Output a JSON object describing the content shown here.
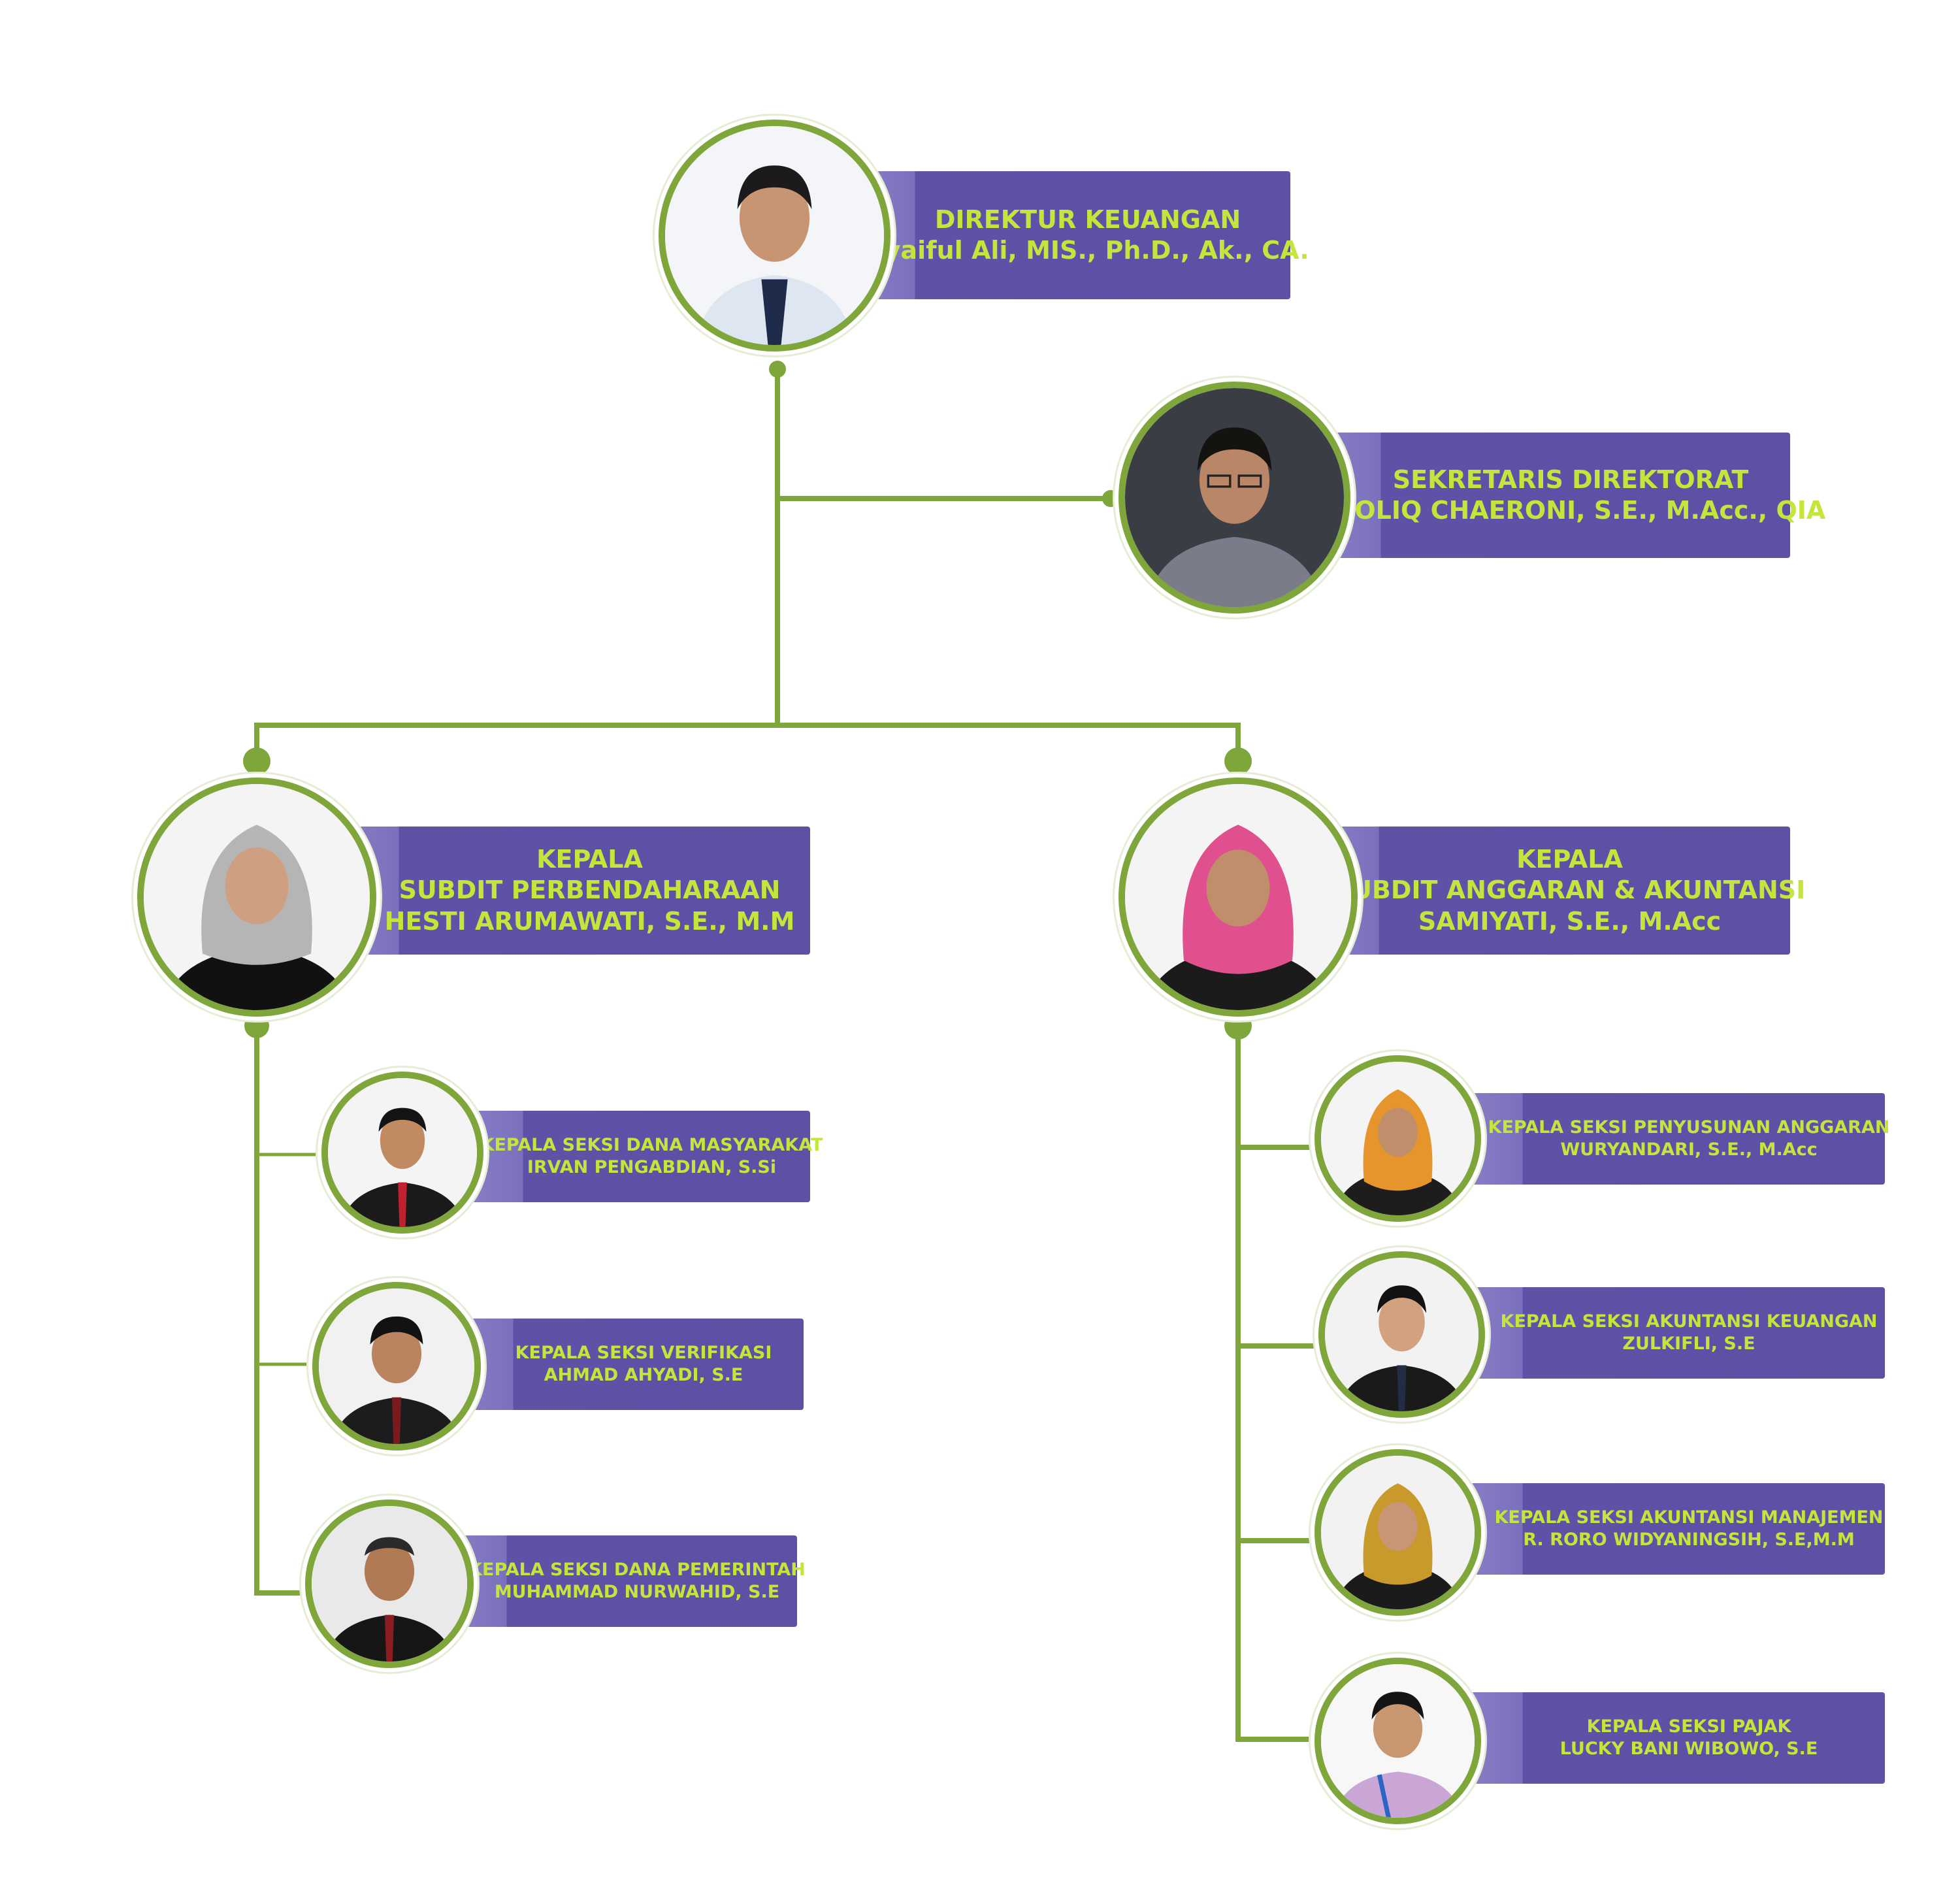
{
  "colors": {
    "connector": "#7ea63a",
    "label_bg": "#5d50a5",
    "label_text": "#c4e53c"
  },
  "director": {
    "title": "DIREKTUR KEUANGAN",
    "name": "Syaiful Ali, MIS., Ph.D., Ak., CA."
  },
  "secretary": {
    "title": "SEKRETARIS DIREKTORAT",
    "name": "CHOLIQ CHAERONI, S.E., M.Acc., QIA"
  },
  "subdit_left": {
    "role": "KEPALA",
    "unit": "SUBDIT PERBENDAHARAAN",
    "name": "HESTI ARUMAWATI, S.E., M.M"
  },
  "subdit_right": {
    "role": "KEPALA",
    "unit": "SUBDIT ANGGARAN & AKUNTANSI",
    "name": "SAMIYATI, S.E., M.Acc"
  },
  "sections_left": [
    {
      "title": "KEPALA SEKSI DANA MASYARAKAT",
      "name": "IRVAN PENGABDIAN, S.Si"
    },
    {
      "title": "KEPALA SEKSI VERIFIKASI",
      "name": "AHMAD AHYADI, S.E"
    },
    {
      "title": "KEPALA SEKSI DANA PEMERINTAH",
      "name": "MUHAMMAD NURWAHID, S.E"
    }
  ],
  "sections_right": [
    {
      "title": "KEPALA SEKSI PENYUSUNAN ANGGARAN",
      "name": "WURYANDARI, S.E., M.Acc"
    },
    {
      "title": "KEPALA SEKSI AKUNTANSI KEUANGAN",
      "name": "ZULKIFLI, S.E"
    },
    {
      "title": "KEPALA SEKSI AKUNTANSI MANAJEMEN",
      "name": "R. RORO WIDYANINGSIH, S.E,M.M"
    },
    {
      "title": "KEPALA SEKSI PAJAK",
      "name": "LUCKY BANI WIBOWO, S.E"
    }
  ]
}
